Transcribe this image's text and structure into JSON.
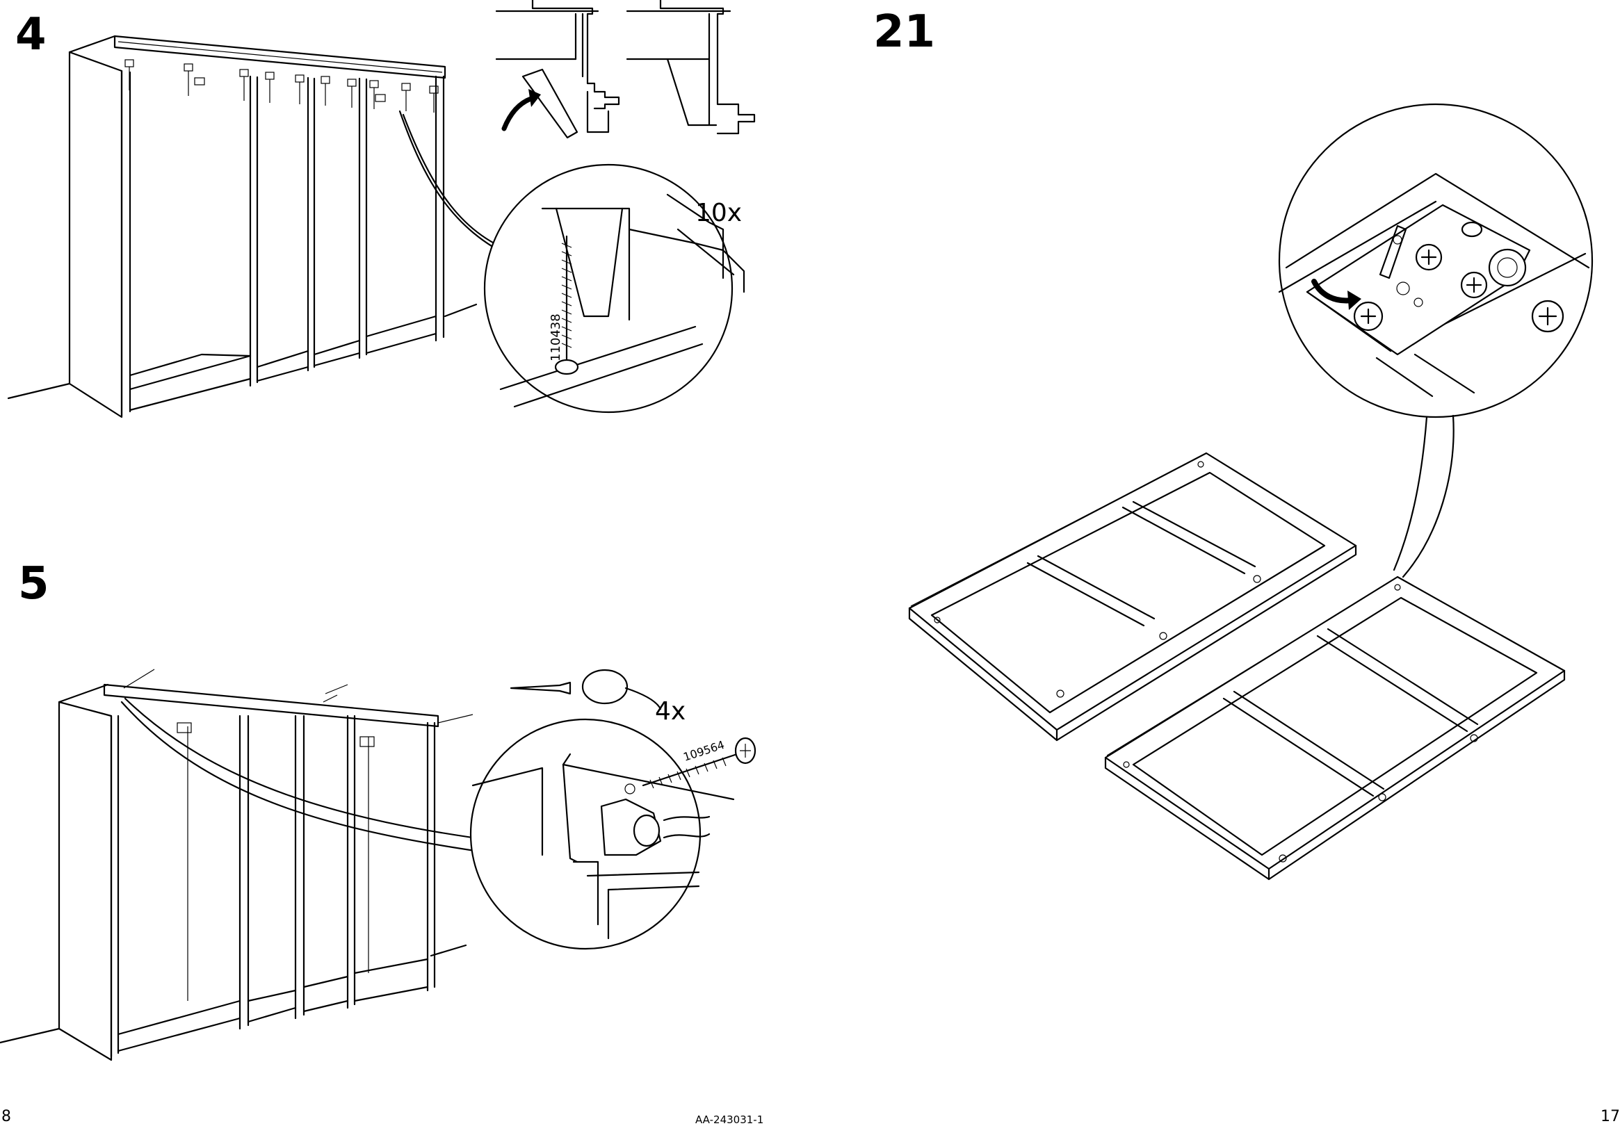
{
  "steps": {
    "step4": {
      "number": "4",
      "qty": "10x",
      "part": "110438"
    },
    "step5": {
      "number": "5",
      "qty": "4x",
      "part": "109564"
    },
    "step21": {
      "number": "21"
    }
  },
  "footer": {
    "page_left": "8",
    "doc_code": "AA-243031-1",
    "page_right": "17"
  }
}
